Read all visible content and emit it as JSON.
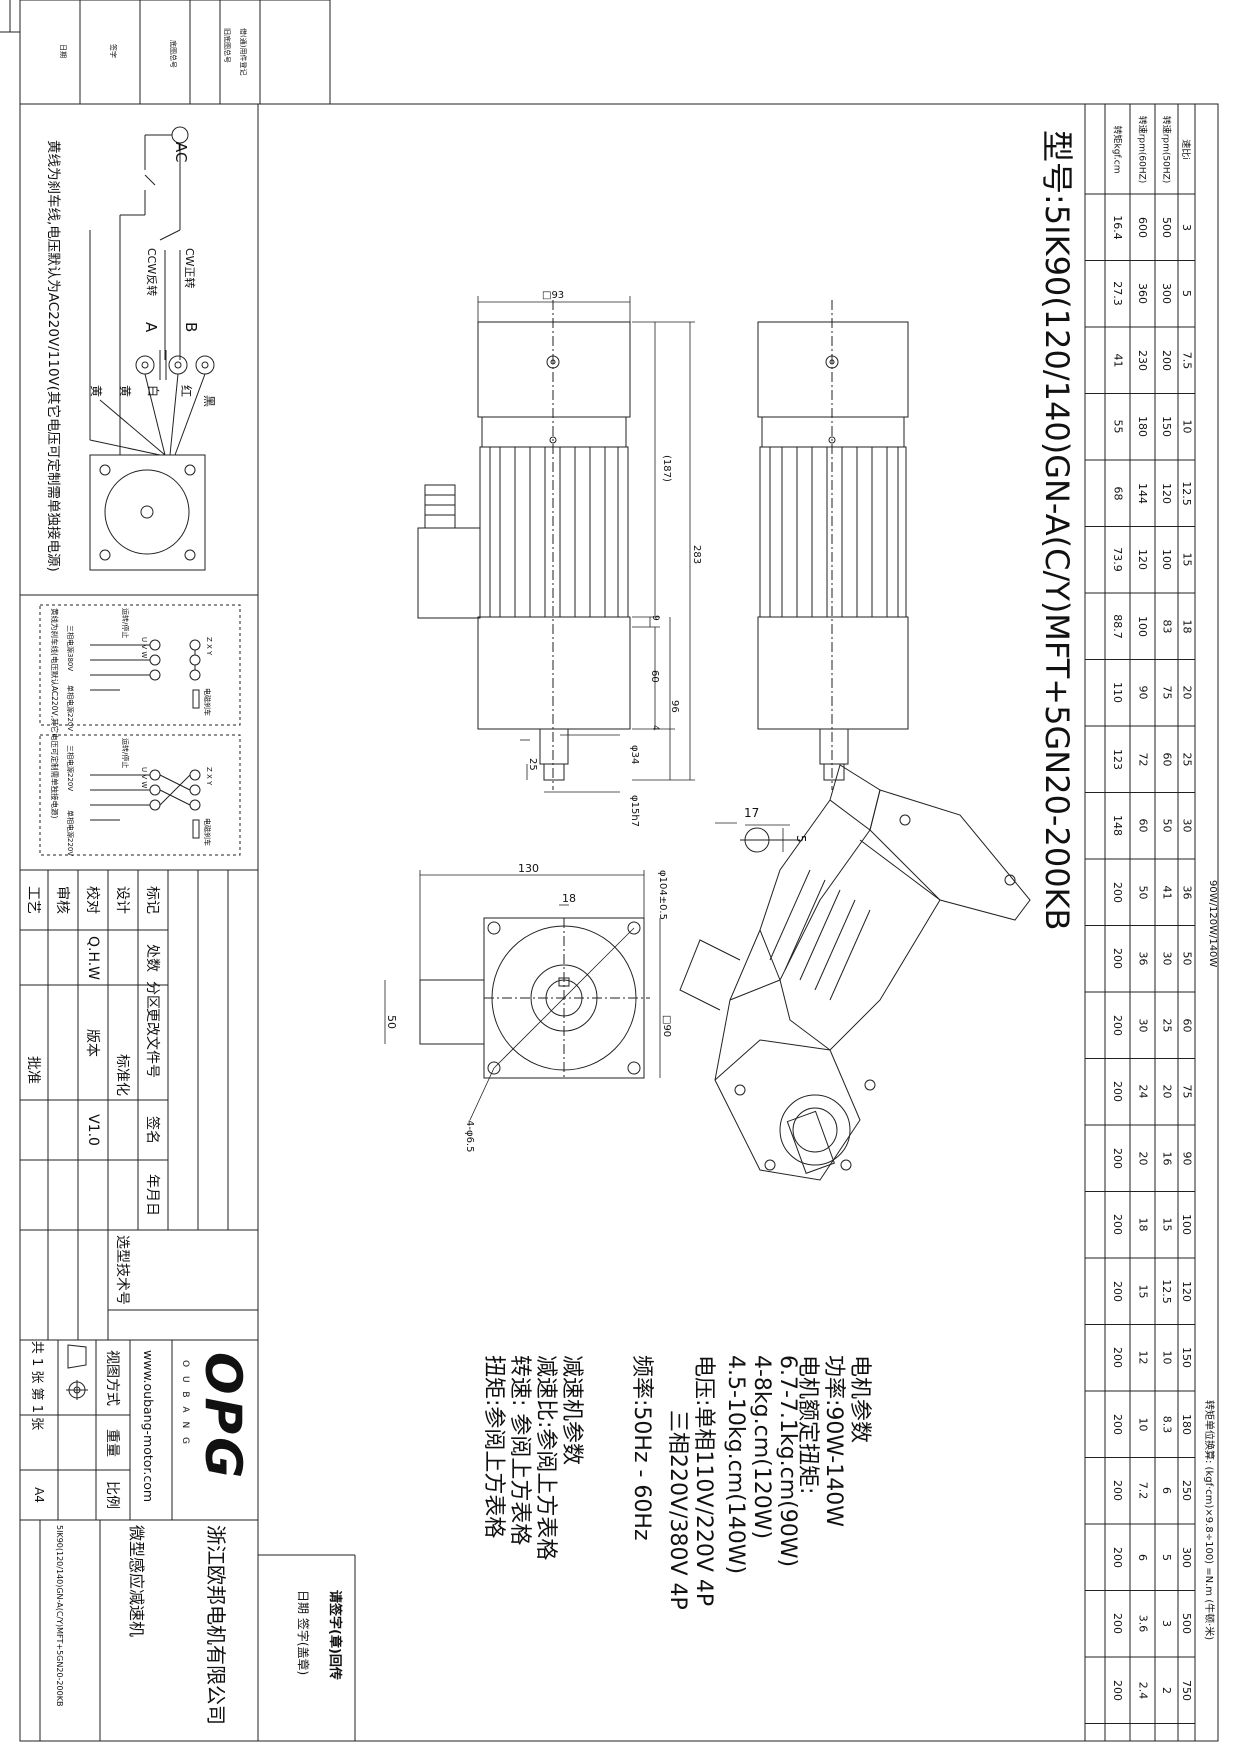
{
  "model_title": "型号:5IK90(120/140)GN-A(C/Y)MFT+5GN20-200KB",
  "power_header": "90W/120W/140W",
  "conversion_note": "转矩单位换算: (kgf·cm)×9.8÷100) =N.m (牛顿·米)",
  "table": {
    "row_labels": [
      "速比i",
      "转速rpm(50HZ)",
      "转速rpm(60HZ)",
      "转矩kgf.cm"
    ],
    "ratios": [
      "3",
      "5",
      "7.5",
      "10",
      "12.5",
      "15",
      "18",
      "20",
      "25",
      "30",
      "36",
      "50",
      "60",
      "75",
      "90",
      "100",
      "120",
      "150",
      "180",
      "250",
      "300",
      "500",
      "750"
    ],
    "rpm50": [
      "500",
      "300",
      "200",
      "150",
      "120",
      "100",
      "83",
      "75",
      "60",
      "50",
      "41",
      "30",
      "25",
      "20",
      "16",
      "15",
      "12.5",
      "10",
      "8.3",
      "6",
      "5",
      "3",
      "2"
    ],
    "rpm60": [
      "600",
      "360",
      "230",
      "180",
      "144",
      "120",
      "100",
      "90",
      "72",
      "60",
      "50",
      "36",
      "30",
      "24",
      "20",
      "18",
      "15",
      "12",
      "10",
      "7.2",
      "6",
      "3.6",
      "2.4"
    ],
    "torque": [
      "16.4",
      "27.3",
      "41",
      "55",
      "68",
      "73.9",
      "88.7",
      "110",
      "123",
      "148",
      "200",
      "200",
      "200",
      "200",
      "200",
      "200",
      "200",
      "200",
      "200",
      "200",
      "200",
      "200",
      "200"
    ]
  },
  "dimensions": {
    "square_top": "□93",
    "length_187": "(187)",
    "length_283": "283",
    "dim_9": "9",
    "dim_60": "60",
    "dim_96": "96",
    "dim_4": "4",
    "dim_25": "25",
    "phi_34": "φ34",
    "phi_15": "φ15h7",
    "key_17": "17",
    "key_5": "5",
    "dim_130": "130",
    "dim_18": "18",
    "dim_50": "50",
    "phi_104": "φ104±0.5",
    "square_90": "□90",
    "holes": "4-φ6.5"
  },
  "motor_params": {
    "heading": "电机参数",
    "lines": [
      "功率:90W-140W",
      "电机额定扭矩:",
      "6.7-7.1kg.cm(90W)",
      "4-8kg.cm(120W)",
      "4.5-10kg.cm(140W)",
      "电压:单相110V/220V 4P",
      "三相220V/380V 4P",
      "频率:50Hz - 60Hz"
    ]
  },
  "reducer_params": {
    "heading": "减速机参数",
    "lines": [
      "减速比:参阅上方表格",
      "转速: 参阅上方表格",
      "扭矩:参阅上方表格"
    ]
  },
  "wiring": {
    "ac": "AC",
    "cw": "CW正转",
    "ccw": "CCW反转",
    "a": "A",
    "b": "B",
    "black": "黑",
    "red": "红",
    "white": "白",
    "yellow1": "黄",
    "yellow2": "黄",
    "note": "黄线为刹车线,电压默认为AC220V/110V(其它电压可定制需单独接电源)"
  },
  "three_phase": {
    "run_stop1": "运转/停止",
    "run_stop2": "运转/停止",
    "brake1": "电磁刹车",
    "brake2": "电磁刹车",
    "zxy1": "Z  X  Y",
    "zxy2": "Z  X  Y",
    "uvw1": "U  V  W",
    "uvw2": "U  V  W",
    "supply380": "三相电源380V",
    "single220a": "单相电源220V",
    "supply220": "三相电源220V",
    "single220b": "单相电源220V",
    "note": "黄线为刹车线(电压默认AC220V,其它电压可定制需单独接电源)"
  },
  "left_strip": [
    "借(通)用件登记",
    "旧底图总号",
    "底图总号",
    "签字",
    "日期"
  ],
  "title_block": {
    "biaoji": "标记",
    "chushu": "处数",
    "fenqu": "分区",
    "genggai": "更改文件号",
    "qianming": "签名",
    "nianyueri": "年月日",
    "sheji": "设计",
    "biaozhunhua": "标准化",
    "jiaodui": "校对",
    "banben": "版本",
    "shenhe": "审核",
    "gongyi": "工艺",
    "pizhun": "批准",
    "designer": "Q.H.W",
    "version": "V1.0",
    "xuanxing": "选型技术号",
    "shitu": "视图方式",
    "zhongliang": "重量",
    "bili": "比例",
    "sheets": "共 1 张 第 1 张",
    "size": "A4",
    "website": "www.oubang-motor.com",
    "brand": "OPG",
    "brand_sub": "O U B A N G",
    "company": "浙江欧邦电机有限公司",
    "product": "微型感应减速机",
    "model_small": "5IK90(120/140)GN-A(C/Y)MFT+5GN20-200KB",
    "signature_title": "请签字(章)回传",
    "signature_line": "日期  签字(盖章)"
  }
}
